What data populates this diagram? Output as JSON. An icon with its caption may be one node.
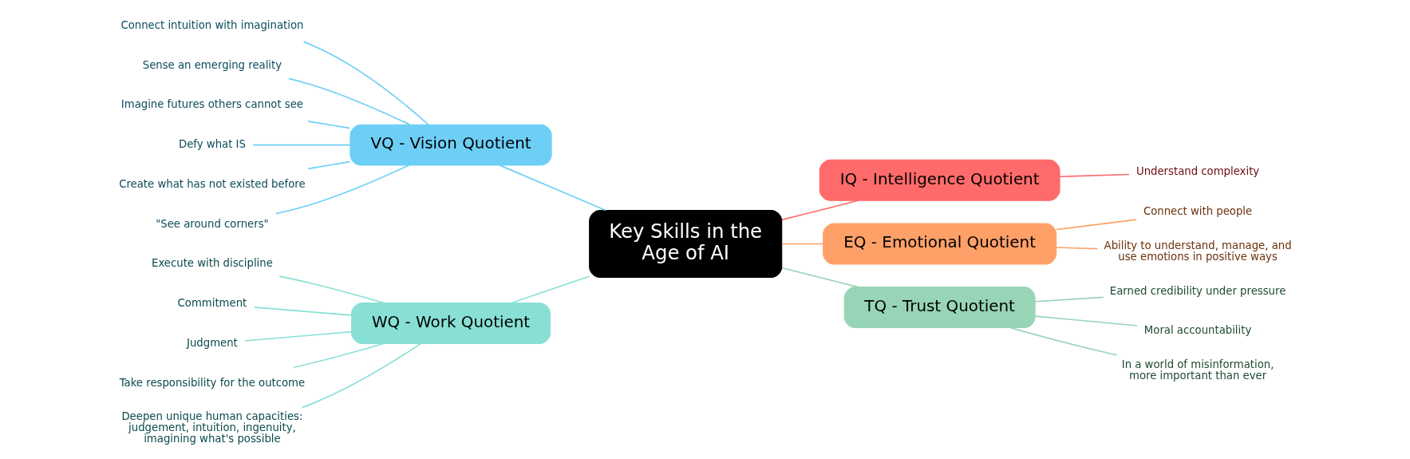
{
  "diagram": {
    "nodes": [
      {
        "text": [
          "Key Skills in the Age of AI"
        ]
      },
      {
        "text": [
          "VQ - Vision Quotient"
        ]
      },
      {
        "text": [
          "Connect intuition with imagination"
        ]
      },
      {
        "text": [
          "Sense an emerging reality"
        ]
      },
      {
        "text": [
          "Imagine futures others cannot see"
        ]
      },
      {
        "text": [
          "Defy what IS"
        ]
      },
      {
        "text": [
          "Create what has not existed before"
        ]
      },
      {
        "text": [
          "\"See around corners\""
        ]
      },
      {
        "text": [
          "WQ - Work Quotient"
        ]
      },
      {
        "text": [
          "Execute with discipline"
        ]
      },
      {
        "text": [
          "Commitment"
        ]
      },
      {
        "text": [
          "Judgment"
        ]
      },
      {
        "text": [
          "Take responsibility for the outcome"
        ]
      },
      {
        "text": [
          "Deepen unique human capacities: judgement, intuition, ingenuity, imagining what's possible"
        ]
      },
      {
        "text": [
          "IQ - Intelligence Quotient"
        ]
      },
      {
        "text": [
          "Understand complexity"
        ]
      },
      {
        "text": [
          "EQ - Emotional Quotient"
        ]
      },
      {
        "text": [
          "Connect with people"
        ]
      },
      {
        "text": [
          "Ability to understand, manage, and use emotions in positive ways"
        ]
      },
      {
        "text": [
          "TQ - Trust Quotient"
        ]
      },
      {
        "text": [
          "Earned credibility under pressure"
        ]
      },
      {
        "text": [
          "Moral accountability"
        ]
      },
      {
        "text": [
          "In a world of misinformation, more important than ever"
        ]
      }
    ],
    "edges": [
      {
        "from": 1,
        "to": 0,
        "arrow": "none",
        "color": "#6dcff6"
      },
      {
        "from": 2,
        "to": 1,
        "arrow": "none",
        "color": "#6dcff6"
      },
      {
        "from": 3,
        "to": 1,
        "arrow": "none",
        "color": "#6dcff6"
      },
      {
        "from": 4,
        "to": 1,
        "arrow": "none",
        "color": "#6dcff6"
      },
      {
        "from": 5,
        "to": 1,
        "arrow": "none",
        "color": "#6dcff6"
      },
      {
        "from": 6,
        "to": 1,
        "arrow": "none",
        "color": "#6dcff6"
      },
      {
        "from": 7,
        "to": 1,
        "arrow": "none",
        "color": "#6dcff6"
      },
      {
        "from": 8,
        "to": 0,
        "arrow": "none",
        "color": "#88e0d5"
      },
      {
        "from": 9,
        "to": 8,
        "arrow": "none",
        "color": "#88e0d5"
      },
      {
        "from": 10,
        "to": 8,
        "arrow": "none",
        "color": "#88e0d5"
      },
      {
        "from": 11,
        "to": 8,
        "arrow": "none",
        "color": "#88e0d5"
      },
      {
        "from": 12,
        "to": 8,
        "arrow": "none",
        "color": "#88e0d5"
      },
      {
        "from": 13,
        "to": 8,
        "arrow": "none",
        "color": "#88e0d5"
      },
      {
        "from": 0,
        "to": 14,
        "arrow": "none",
        "color": "#ff6b6b"
      },
      {
        "from": 14,
        "to": 15,
        "arrow": "none",
        "color": "#ff6b6b"
      },
      {
        "from": 0,
        "to": 16,
        "arrow": "none",
        "color": "#ffa068"
      },
      {
        "from": 16,
        "to": 17,
        "arrow": "none",
        "color": "#ffa068"
      },
      {
        "from": 16,
        "to": 18,
        "arrow": "none",
        "color": "#ffa068"
      },
      {
        "from": 0,
        "to": 19,
        "arrow": "none",
        "color": "#98d4b6"
      },
      {
        "from": 19,
        "to": 20,
        "arrow": "none",
        "color": "#98d4b6"
      },
      {
        "from": 19,
        "to": 21,
        "arrow": "none",
        "color": "#98d4b6"
      },
      {
        "from": 19,
        "to": 22,
        "arrow": "none",
        "color": "#98d4b6"
      }
    ]
  }
}
